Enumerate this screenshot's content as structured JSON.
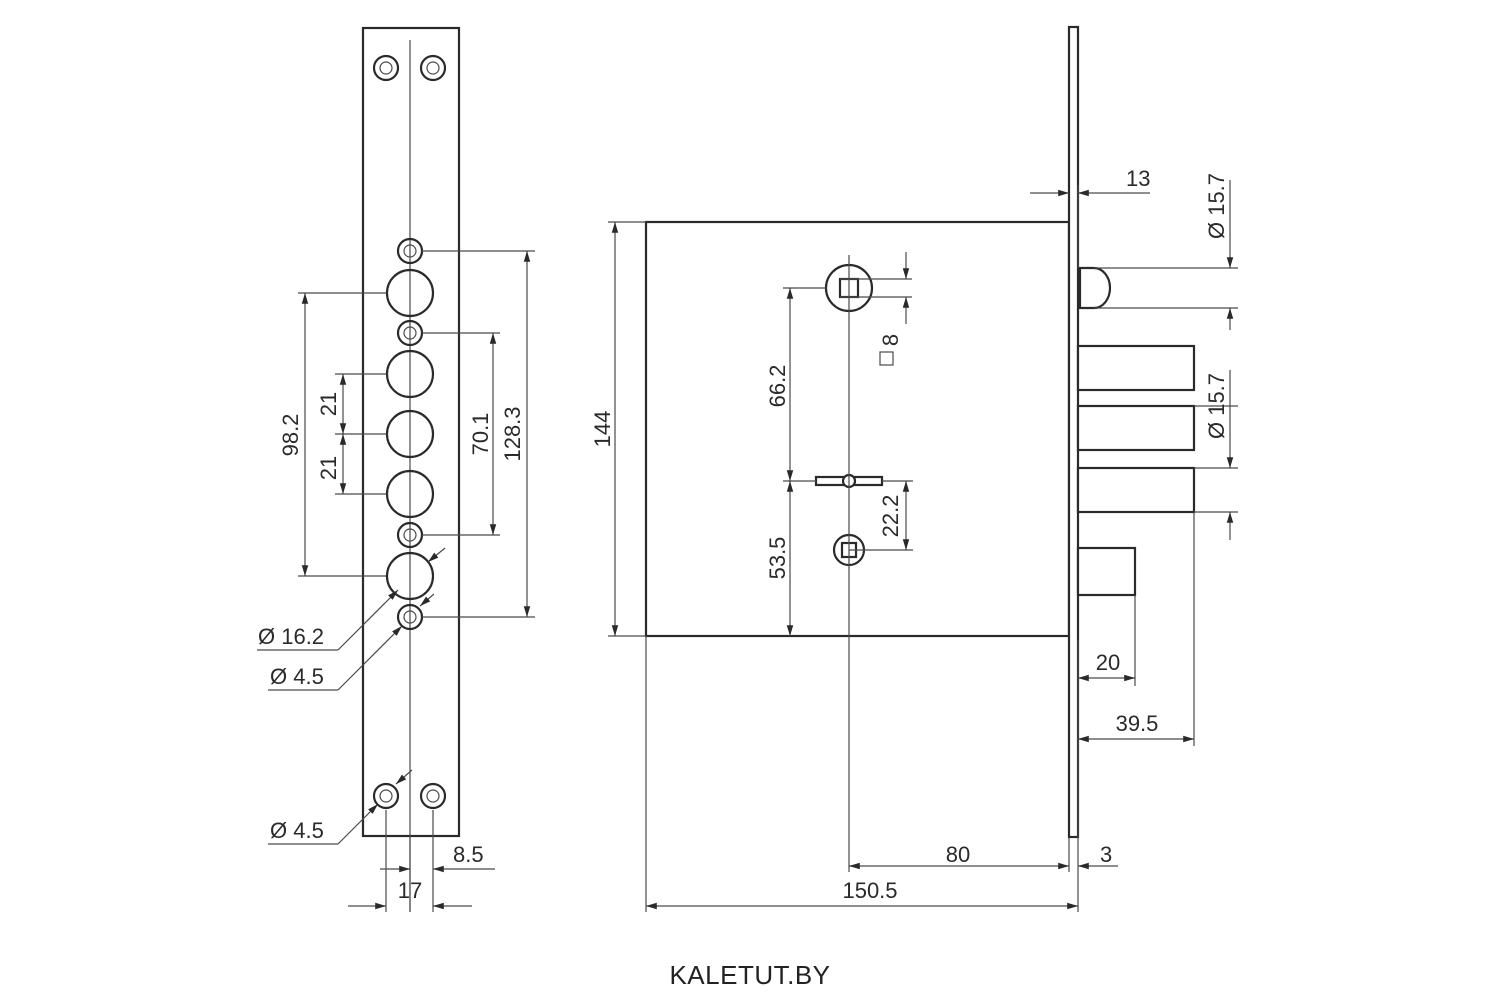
{
  "brand": "KALETUT.BY",
  "faceplate": {
    "dimensions": {
      "pitch_98_2": "98.2",
      "step_21_upper": "21",
      "step_21_lower": "21",
      "pitch_70_1": "70.1",
      "pitch_128_3": "128.3",
      "bolt_diameter": "Ø 16.2",
      "screw_diameter_mid": "Ø 4.5",
      "screw_diameter_bottom": "Ø 4.5",
      "offset_8_5": "8.5",
      "width_17": "17"
    }
  },
  "lock_body": {
    "dimensions": {
      "height_144": "144",
      "spindle_square": "8",
      "centers_66_2": "66.2",
      "centers_53_5": "53.5",
      "centers_22_2": "22.2",
      "plate_thickness_13": "13",
      "latch_diameter": "Ø 15.7",
      "bolt_diameter": "Ø 15.7",
      "deadbolt_throw_20": "20",
      "bolt_throw_39_5": "39.5",
      "backset_80": "80",
      "plate_3": "3",
      "depth_150_5": "150.5"
    }
  }
}
